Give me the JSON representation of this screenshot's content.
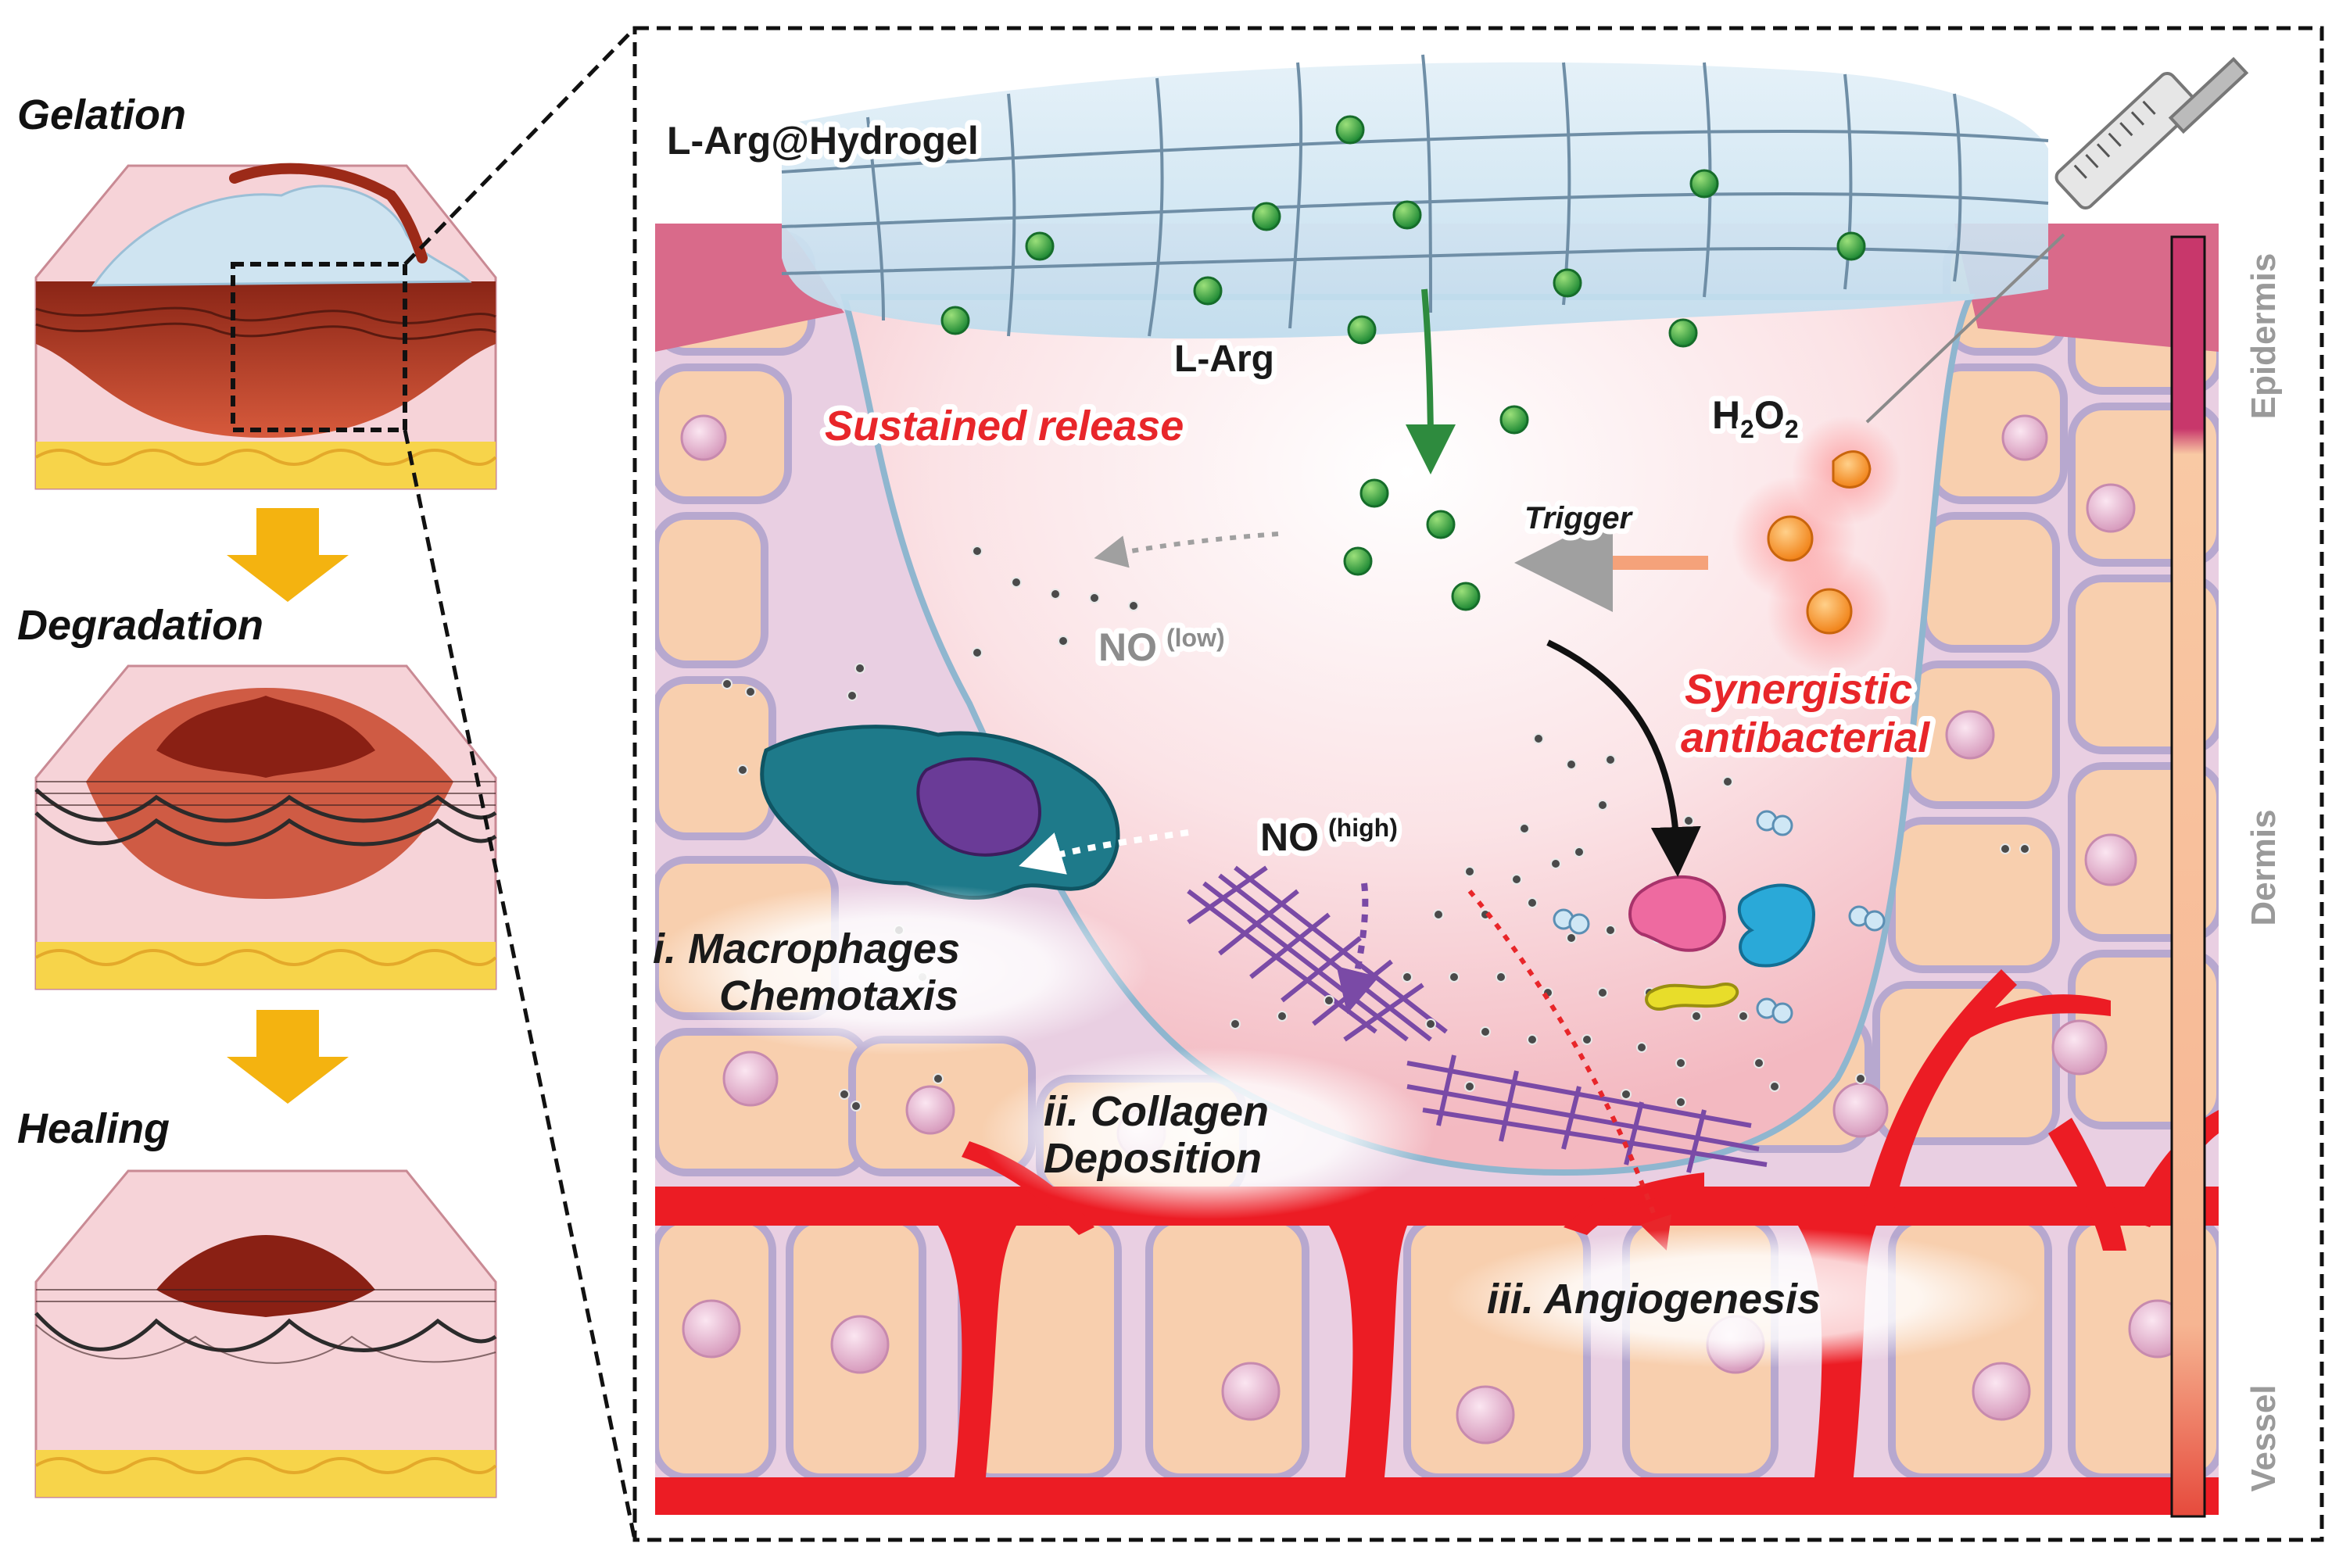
{
  "stages": [
    "Gelation",
    "Degradation",
    "Healing"
  ],
  "labels": {
    "hydrogel": "L-Arg@Hydrogel",
    "larg": "L-Arg",
    "sustained": "Sustained release",
    "h2o2_main": "H",
    "h2o2_sub1": "2",
    "h2o2_o": "O",
    "h2o2_sub2": "2",
    "trigger": "Trigger",
    "no_low": "NO",
    "no_low_sup": "(low)",
    "no_high": "NO",
    "no_high_sup": "(high)",
    "synergistic_1": "Synergistic",
    "synergistic_2": "antibacterial",
    "macrophages_1": "i. Macrophages",
    "macrophages_2": "Chemotaxis",
    "collagen_1": "ii. Collagen",
    "collagen_2": "Deposition",
    "angiogenesis": "iii. Angiogenesis"
  },
  "layers": [
    "Epidermis",
    "Dermis",
    "Vessel"
  ],
  "colors": {
    "skin_pink": "#f4cfd6",
    "cell_orange": "#f8cfae",
    "cell_border": "#b7a8cf",
    "wound_red": "#a8321e",
    "vessel_red": "#ec1c24",
    "hydrogel_blue": "#cfe4f1",
    "larg_green": "#3fae49",
    "h2o2_orange": "#f7921e",
    "fat_yellow": "#f7d44a",
    "arrow_gold": "#f4b310",
    "macrophage_teal": "#1e7a8a",
    "collagen_purple": "#7a4aa6",
    "text_red": "#e8262a"
  }
}
